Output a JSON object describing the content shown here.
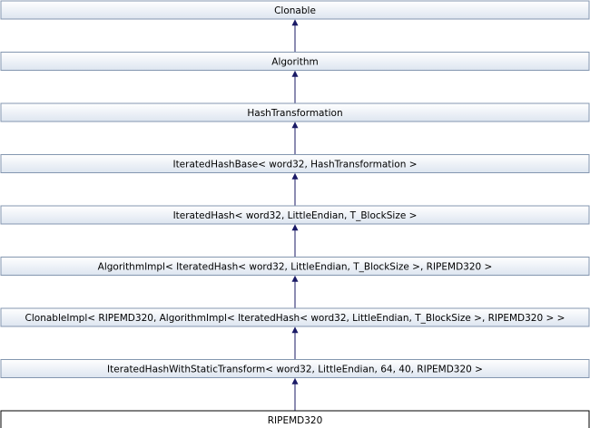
{
  "diagram": {
    "type": "inheritance-graph",
    "nodes": [
      {
        "id": "clonable",
        "label": "Clonable",
        "highlighted": false
      },
      {
        "id": "algorithm",
        "label": "Algorithm",
        "highlighted": false
      },
      {
        "id": "hash-transformation",
        "label": "HashTransformation",
        "highlighted": false
      },
      {
        "id": "iterated-hash-base",
        "label": "IteratedHashBase< word32, HashTransformation >",
        "highlighted": false
      },
      {
        "id": "iterated-hash",
        "label": "IteratedHash< word32, LittleEndian, T_BlockSize >",
        "highlighted": false
      },
      {
        "id": "algorithm-impl",
        "label": "AlgorithmImpl< IteratedHash< word32, LittleEndian, T_BlockSize >, RIPEMD320 >",
        "highlighted": false
      },
      {
        "id": "clonable-impl",
        "label": "ClonableImpl< RIPEMD320, AlgorithmImpl< IteratedHash< word32, LittleEndian, T_BlockSize >, RIPEMD320 > >",
        "highlighted": false
      },
      {
        "id": "iterated-hash-static",
        "label": "IteratedHashWithStaticTransform< word32, LittleEndian, 64, 40, RIPEMD320 >",
        "highlighted": false
      },
      {
        "id": "ripemd320",
        "label": "RIPEMD320",
        "highlighted": true
      }
    ],
    "edges": [
      {
        "from": "algorithm",
        "to": "clonable"
      },
      {
        "from": "hash-transformation",
        "to": "algorithm"
      },
      {
        "from": "iterated-hash-base",
        "to": "hash-transformation"
      },
      {
        "from": "iterated-hash",
        "to": "iterated-hash-base"
      },
      {
        "from": "algorithm-impl",
        "to": "iterated-hash"
      },
      {
        "from": "clonable-impl",
        "to": "algorithm-impl"
      },
      {
        "from": "iterated-hash-static",
        "to": "clonable-impl"
      },
      {
        "from": "ripemd320",
        "to": "iterated-hash-static"
      }
    ],
    "colors": {
      "node_fill_top": "#ffffff",
      "node_fill_bottom": "#dde5f0",
      "node_border": "#8497b0",
      "highlight_fill": "#ffffff",
      "highlight_border": "#000000",
      "edge": "#1a1a66"
    }
  }
}
